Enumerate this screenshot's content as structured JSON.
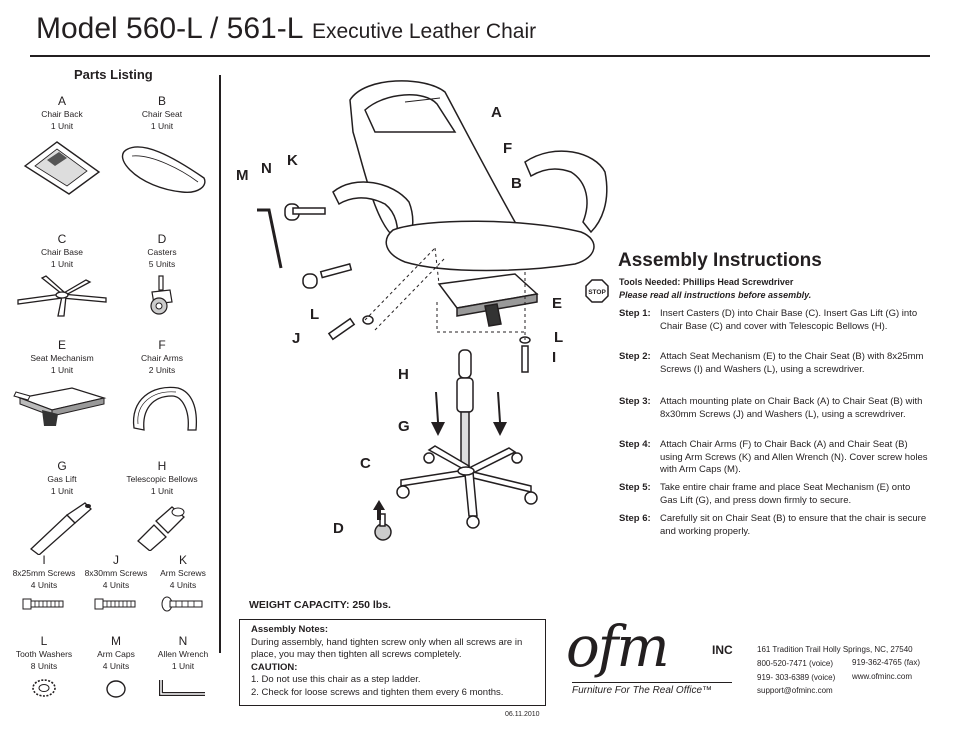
{
  "title": {
    "model": "Model 560-L / 561-L",
    "subtitle": "Executive Leather Chair"
  },
  "parts_listing": {
    "heading": "Parts Listing",
    "parts": [
      {
        "letter": "A",
        "name": "Chair Back",
        "qty": "1 Unit",
        "icon": "chair-back-icon"
      },
      {
        "letter": "B",
        "name": "Chair Seat",
        "qty": "1 Unit",
        "icon": "chair-seat-icon"
      },
      {
        "letter": "C",
        "name": "Chair Base",
        "qty": "1 Unit",
        "icon": "chair-base-icon"
      },
      {
        "letter": "D",
        "name": "Casters",
        "qty": "5 Units",
        "icon": "caster-icon"
      },
      {
        "letter": "E",
        "name": "Seat Mechanism",
        "qty": "1 Unit",
        "icon": "seat-mechanism-icon"
      },
      {
        "letter": "F",
        "name": "Chair Arms",
        "qty": "2 Units",
        "icon": "chair-arm-icon"
      },
      {
        "letter": "G",
        "name": "Gas Lift",
        "qty": "1 Unit",
        "icon": "gas-lift-icon"
      },
      {
        "letter": "H",
        "name": "Telescopic Bellows",
        "qty": "1 Unit",
        "icon": "bellows-icon"
      },
      {
        "letter": "I",
        "name": "8x25mm Screws",
        "qty": "4 Units",
        "icon": "screw-icon"
      },
      {
        "letter": "J",
        "name": "8x30mm Screws",
        "qty": "4 Units",
        "icon": "screw-icon"
      },
      {
        "letter": "K",
        "name": "Arm Screws",
        "qty": "4 Units",
        "icon": "arm-screw-icon"
      },
      {
        "letter": "L",
        "name": "Tooth Washers",
        "qty": "8 Units",
        "icon": "washer-icon"
      },
      {
        "letter": "M",
        "name": "Arm Caps",
        "qty": "4 Units",
        "icon": "arm-cap-icon"
      },
      {
        "letter": "N",
        "name": "Allen Wrench",
        "qty": "1 Unit",
        "icon": "allen-wrench-icon"
      }
    ]
  },
  "diagram": {
    "callouts": {
      "A": "A",
      "F": "F",
      "B": "B",
      "M": "M",
      "N": "N",
      "K": "K",
      "E": "E",
      "L1": "L",
      "L2": "L",
      "J": "J",
      "I": "I",
      "H": "H",
      "G": "G",
      "C": "C",
      "D": "D"
    }
  },
  "assembly": {
    "heading": "Assembly Instructions",
    "tools_needed": "Tools Needed: Phillips Head Screwdriver",
    "read_all": "Please read all instructions before assembly.",
    "stop_icon_text": "STOP",
    "steps": [
      {
        "label": "Step 1:",
        "text": "Insert Casters (D) into Chair Base (C). Insert Gas Lift (G) into Chair Base (C) and cover with Telescopic Bellows (H)."
      },
      {
        "label": "Step 2:",
        "text": "Attach Seat Mechanism (E) to the Chair Seat (B) with 8x25mm Screws (I) and Washers (L), using a screwdriver."
      },
      {
        "label": "Step 3:",
        "text": "Attach mounting plate on Chair Back (A) to Chair Seat (B) with 8x30mm Screws (J) and Washers (L), using a screwdriver."
      },
      {
        "label": "Step 4:",
        "text": "Attach Chair Arms (F) to Chair Back (A) and Chair Seat (B) using Arm Screws (K) and Allen Wrench (N). Cover screw holes with Arm Caps (M)."
      },
      {
        "label": "Step 5:",
        "text": "Take entire chair frame and place Seat Mechanism (E) onto Gas Lift (G), and press down firmly to secure."
      },
      {
        "label": "Step 6:",
        "text": "Carefully sit on Chair Seat (B) to ensure that the chair is secure and working properly."
      }
    ]
  },
  "weight_capacity": "WEIGHT CAPACITY: 250 lbs.",
  "notes": {
    "heading": "Assembly Notes:",
    "body": "During assembly, hand tighten screw only when all screws are in place, you may then tighten all screws completely.",
    "caution_heading": "CAUTION:",
    "caution_1": "1. Do not use this chair as a step ladder.",
    "caution_2": "2. Check for loose screws and tighten them every 6 months."
  },
  "date": "06.11.2010",
  "company": {
    "logo_text": "ofm",
    "logo_inc": "INC",
    "tagline": "Furniture For The Real Office™",
    "address": "161 Tradition Trail  Holly Springs, NC, 27540",
    "phone_voice": "800-520-7471 (voice)",
    "fax": "919-362-4765 (fax)",
    "phone_voice_2": "919- 303-6389 (voice)",
    "website": "www.ofminc.com",
    "email": "support@ofminc.com"
  }
}
